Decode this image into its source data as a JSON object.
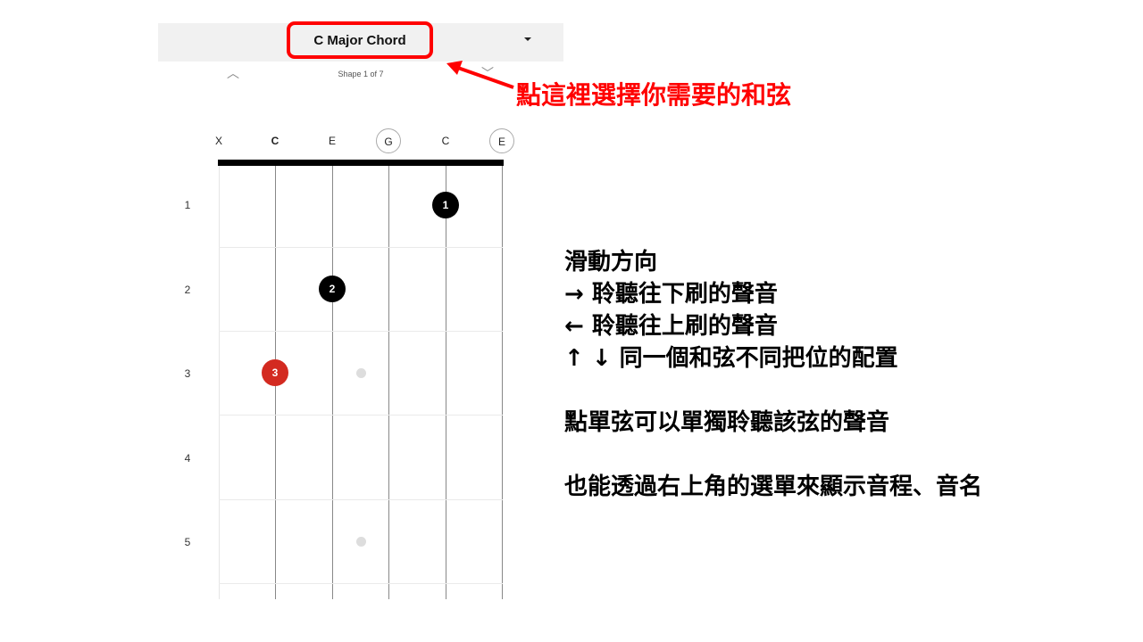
{
  "header": {
    "chord_title": "C Major Chord",
    "shape_label": "Shape 1 of 7",
    "prev_shape": "︿",
    "next_shape": "﹀"
  },
  "strings": [
    {
      "label": "X",
      "style": "plain"
    },
    {
      "label": "C",
      "style": "root"
    },
    {
      "label": "E",
      "style": "plain"
    },
    {
      "label": "G",
      "style": "circle"
    },
    {
      "label": "C",
      "style": "plain"
    },
    {
      "label": "E",
      "style": "circle"
    }
  ],
  "frets": [
    "1",
    "2",
    "3",
    "4",
    "5"
  ],
  "fingers": [
    {
      "label": "1",
      "string": 5,
      "fret": 1,
      "color": "#000000"
    },
    {
      "label": "2",
      "string": 3,
      "fret": 2,
      "color": "#000000"
    },
    {
      "label": "3",
      "string": 2,
      "fret": 3,
      "color": "#d32a20"
    }
  ],
  "annotation": {
    "callout": "點這裡選擇你需要的和弦",
    "lines": [
      "滑動方向",
      "→ 聆聽往下刷的聲音",
      "← 聆聽往上刷的聲音",
      "↑ ↓ 同一個和弦不同把位的配置",
      "",
      "點單弦可以單獨聆聽該弦的聲音",
      "",
      "也能透過右上角的選單來顯示音程、音名"
    ]
  }
}
